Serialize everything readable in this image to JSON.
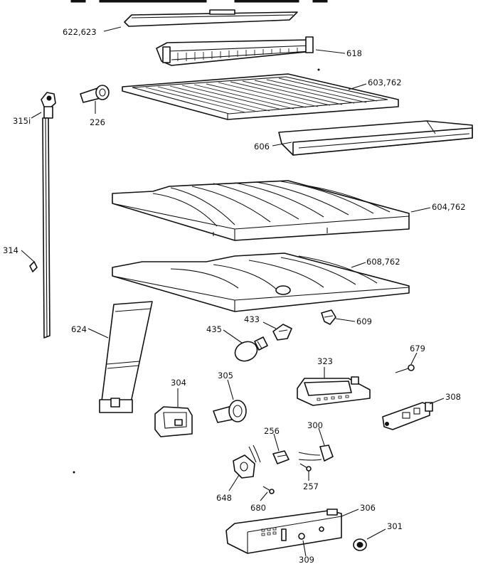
{
  "labels": {
    "l622": "622,623",
    "l618": "618",
    "l603": "603,762",
    "l315": "315i",
    "l226": "226",
    "l606": "606",
    "l604": "604,762",
    "l314": "314",
    "l608": "608,762",
    "l609": "609",
    "l433": "433",
    "l435": "435",
    "l624": "624",
    "l679": "679",
    "l323": "323",
    "l304": "304",
    "l305": "305",
    "l308": "308",
    "l256": "256",
    "l300": "300",
    "l648": "648",
    "l257": "257",
    "l680": "680",
    "l306": "306",
    "l301": "301",
    "l309": "309"
  }
}
